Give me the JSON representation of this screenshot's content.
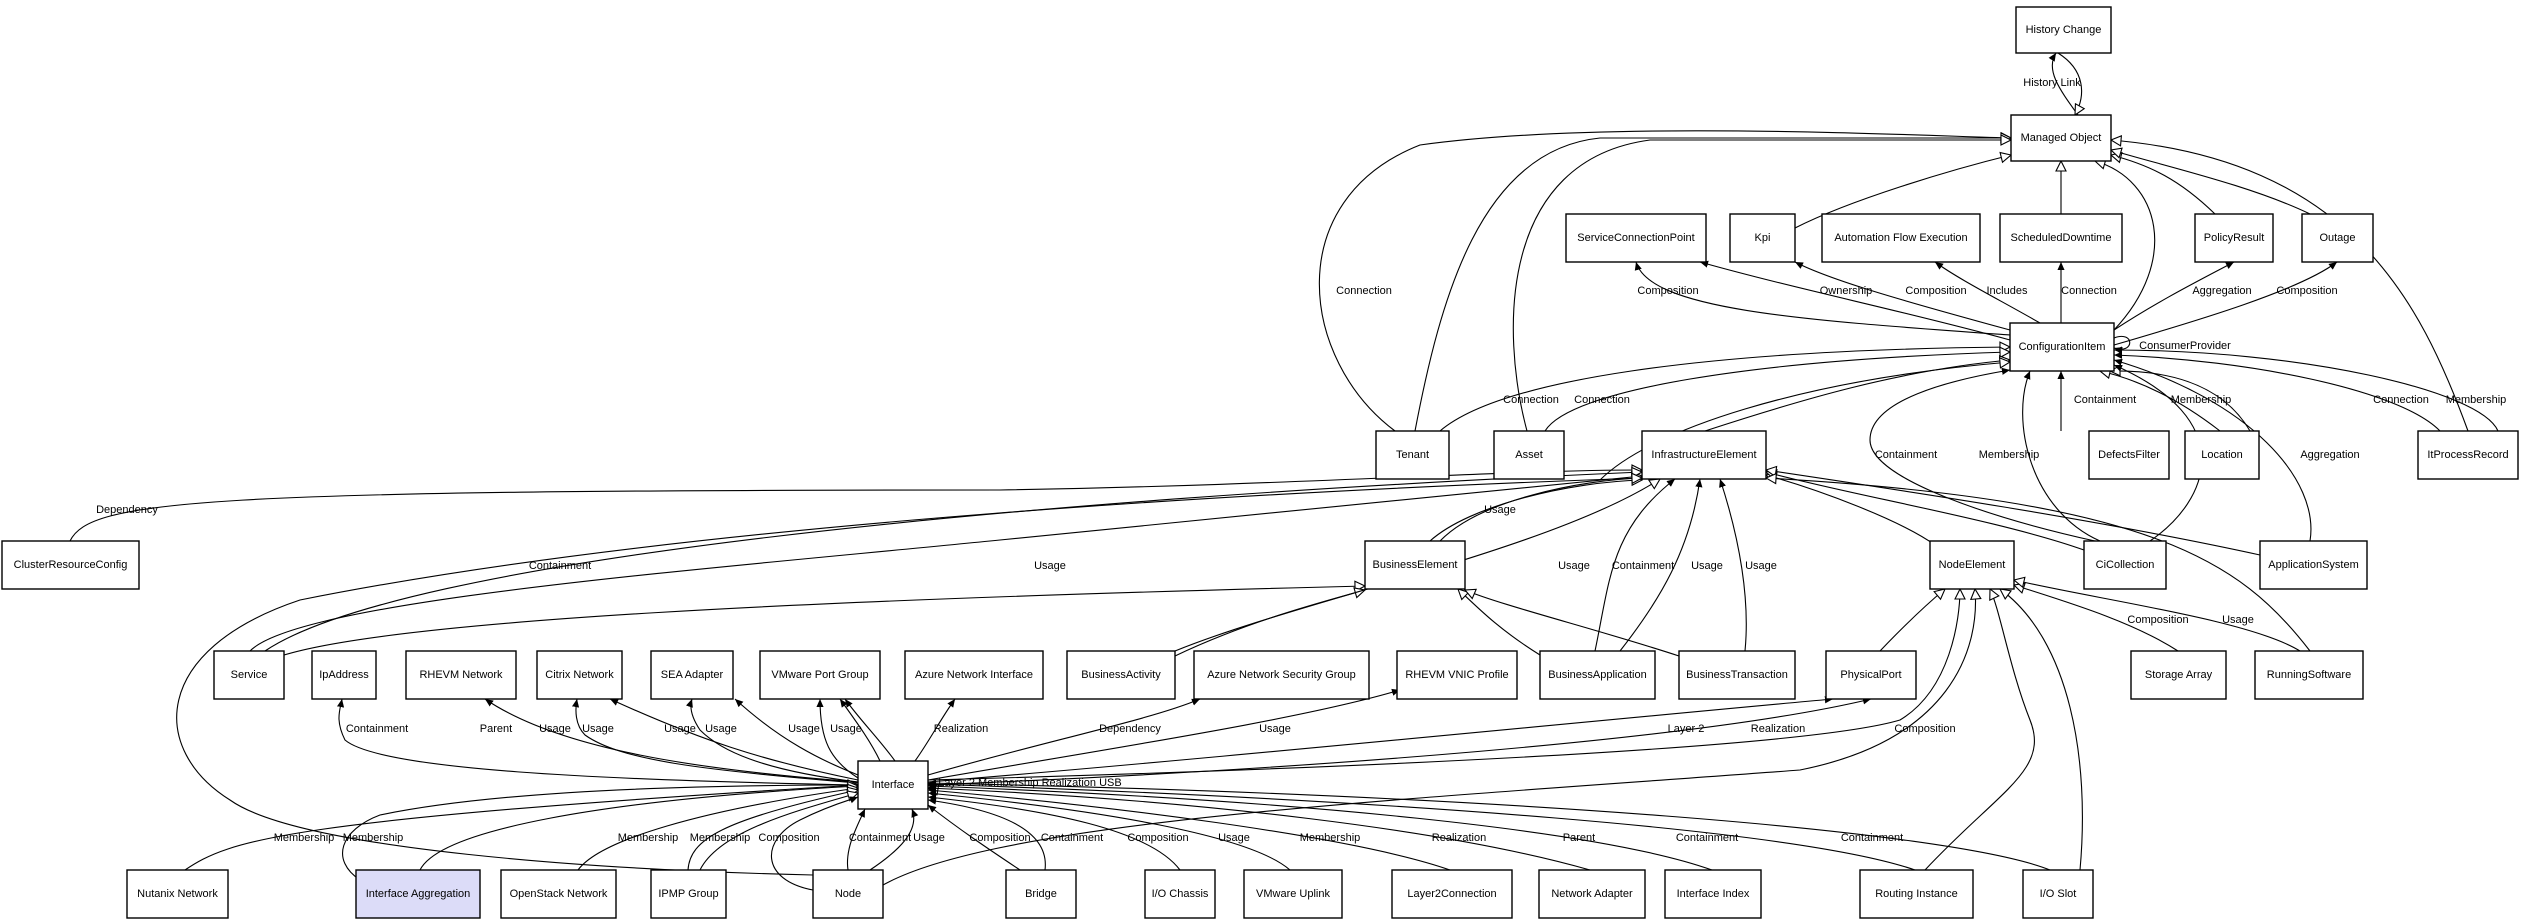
{
  "nodes": [
    {
      "id": "history_change",
      "label": "History Change"
    },
    {
      "id": "managed_object",
      "label": "Managed Object"
    },
    {
      "id": "service_connection_point",
      "label": "ServiceConnectionPoint"
    },
    {
      "id": "kpi",
      "label": "Kpi"
    },
    {
      "id": "automation_flow_execution",
      "label": "Automation Flow Execution"
    },
    {
      "id": "scheduled_downtime",
      "label": "ScheduledDowntime"
    },
    {
      "id": "policy_result",
      "label": "PolicyResult"
    },
    {
      "id": "outage",
      "label": "Outage"
    },
    {
      "id": "configuration_item",
      "label": "ConfigurationItem"
    },
    {
      "id": "tenant",
      "label": "Tenant"
    },
    {
      "id": "asset",
      "label": "Asset"
    },
    {
      "id": "infrastructure_element",
      "label": "InfrastructureElement"
    },
    {
      "id": "defects_filter",
      "label": "DefectsFilter"
    },
    {
      "id": "location",
      "label": "Location"
    },
    {
      "id": "it_process_record",
      "label": "ItProcessRecord"
    },
    {
      "id": "cluster_resource_config",
      "label": "ClusterResourceConfig"
    },
    {
      "id": "business_element",
      "label": "BusinessElement"
    },
    {
      "id": "node_element",
      "label": "NodeElement"
    },
    {
      "id": "ci_collection",
      "label": "CiCollection"
    },
    {
      "id": "application_system",
      "label": "ApplicationSystem"
    },
    {
      "id": "service",
      "label": "Service"
    },
    {
      "id": "ip_address",
      "label": "IpAddress"
    },
    {
      "id": "rhevm_network",
      "label": "RHEVM Network"
    },
    {
      "id": "citrix_network",
      "label": "Citrix Network"
    },
    {
      "id": "sea_adapter",
      "label": "SEA Adapter"
    },
    {
      "id": "vmware_port_group",
      "label": "VMware Port Group"
    },
    {
      "id": "azure_network_interface",
      "label": "Azure Network Interface"
    },
    {
      "id": "business_activity",
      "label": "BusinessActivity"
    },
    {
      "id": "azure_network_security_group",
      "label": "Azure Network Security Group"
    },
    {
      "id": "rhevm_vnic_profile",
      "label": "RHEVM VNIC Profile"
    },
    {
      "id": "business_application",
      "label": "BusinessApplication"
    },
    {
      "id": "business_transaction",
      "label": "BusinessTransaction"
    },
    {
      "id": "physical_port",
      "label": "PhysicalPort"
    },
    {
      "id": "storage_array",
      "label": "Storage Array"
    },
    {
      "id": "running_software",
      "label": "RunningSoftware"
    },
    {
      "id": "interface",
      "label": "Interface"
    },
    {
      "id": "nutanix_network",
      "label": "Nutanix Network"
    },
    {
      "id": "interface_aggregation",
      "label": "Interface Aggregation"
    },
    {
      "id": "openstack_network",
      "label": "OpenStack Network"
    },
    {
      "id": "ipmp_group",
      "label": "IPMP Group"
    },
    {
      "id": "node",
      "label": "Node"
    },
    {
      "id": "bridge",
      "label": "Bridge"
    },
    {
      "id": "io_chassis",
      "label": "I/O Chassis"
    },
    {
      "id": "vmware_uplink",
      "label": "VMware Uplink"
    },
    {
      "id": "layer2_connection",
      "label": "Layer2Connection"
    },
    {
      "id": "network_adapter",
      "label": "Network Adapter"
    },
    {
      "id": "interface_index",
      "label": "Interface Index"
    },
    {
      "id": "routing_instance",
      "label": "Routing Instance"
    },
    {
      "id": "io_slot",
      "label": "I/O Slot"
    }
  ],
  "edges": [
    {
      "id": "e_history_link",
      "label": "History Link"
    },
    {
      "id": "e_tenant_mo",
      "label": "Connection"
    },
    {
      "id": "e_ci_scp",
      "label": "Composition"
    },
    {
      "id": "e_ci_kpi",
      "label": "Ownership"
    },
    {
      "id": "e_ci_afe",
      "label": "Composition"
    },
    {
      "id": "e_ci_afe2",
      "label": "Includes"
    },
    {
      "id": "e_ci_sd",
      "label": "Connection"
    },
    {
      "id": "e_ci_pr",
      "label": "Aggregation"
    },
    {
      "id": "e_ci_outage",
      "label": "Composition"
    },
    {
      "id": "e_ci_self",
      "label": "ConsumerProvider"
    },
    {
      "id": "e_tenant_ci",
      "label": "Connection"
    },
    {
      "id": "e_asset_ci",
      "label": "Connection"
    },
    {
      "id": "e_df_ci",
      "label": "Containment"
    },
    {
      "id": "e_loc_ci",
      "label": "Membership"
    },
    {
      "id": "e_cic_ci",
      "label": "Containment"
    },
    {
      "id": "e_cic_ci2",
      "label": "Membership"
    },
    {
      "id": "e_apps_ci",
      "label": "Aggregation"
    },
    {
      "id": "e_itpr_ci",
      "label": "Connection"
    },
    {
      "id": "e_itpr_ci2",
      "label": "Membership"
    },
    {
      "id": "e_crc_ie",
      "label": "Dependency"
    },
    {
      "id": "e_service_ie",
      "label": "Containment"
    },
    {
      "id": "e_service_be",
      "label": "Usage"
    },
    {
      "id": "e_be_ie",
      "label": "Usage"
    },
    {
      "id": "e_ba_ie",
      "label": "Usage"
    },
    {
      "id": "e_bapp_ie",
      "label": "Containment"
    },
    {
      "id": "e_bapp_ie2",
      "label": "Usage"
    },
    {
      "id": "e_bt_ie",
      "label": "Usage"
    },
    {
      "id": "e_rs_ie",
      "label": "Usage"
    },
    {
      "id": "e_sa_ne",
      "label": "Composition"
    },
    {
      "id": "e_rs_ne",
      "label": "Usage"
    },
    {
      "id": "e_if_ip",
      "label": "Containment"
    },
    {
      "id": "e_if_rhevm",
      "label": "Parent"
    },
    {
      "id": "e_if_citrix",
      "label": "Usage"
    },
    {
      "id": "e_if_citrix2",
      "label": "Usage"
    },
    {
      "id": "e_if_sea",
      "label": "Usage"
    },
    {
      "id": "e_if_sea2",
      "label": "Usage"
    },
    {
      "id": "e_if_vpg",
      "label": "Usage"
    },
    {
      "id": "e_if_vpg2",
      "label": "Usage"
    },
    {
      "id": "e_if_ani",
      "label": "Realization"
    },
    {
      "id": "e_if_ansg",
      "label": "Dependency"
    },
    {
      "id": "e_if_rvnic",
      "label": "Usage"
    },
    {
      "id": "e_if_pp",
      "label": "Layer 2"
    },
    {
      "id": "e_if_pp2",
      "label": "Realization"
    },
    {
      "id": "e_node_ne",
      "label": "Composition"
    },
    {
      "id": "e_if_self",
      "label": "Layer 2 Membership Realization USB"
    },
    {
      "id": "e_nn_if",
      "label": "Membership"
    },
    {
      "id": "e_ia_if",
      "label": "Membership"
    },
    {
      "id": "e_osn_if",
      "label": "Membership"
    },
    {
      "id": "e_ipmp_if",
      "label": "Membership"
    },
    {
      "id": "e_ipmp_if2",
      "label": "Membership"
    },
    {
      "id": "e_node_if",
      "label": "Composition"
    },
    {
      "id": "e_node_if2",
      "label": "Containment"
    },
    {
      "id": "e_node_if3",
      "label": "Usage"
    },
    {
      "id": "e_bridge_if",
      "label": "Composition"
    },
    {
      "id": "e_bridge_if2",
      "label": "Containment"
    },
    {
      "id": "e_ioc_if",
      "label": "Composition"
    },
    {
      "id": "e_vu_if",
      "label": "Usage"
    },
    {
      "id": "e_l2c_if",
      "label": "Membership"
    },
    {
      "id": "e_na_if",
      "label": "Realization"
    },
    {
      "id": "e_ii_if",
      "label": "Parent"
    },
    {
      "id": "e_ri_if",
      "label": "Containment"
    },
    {
      "id": "e_ios_if",
      "label": "Containment"
    }
  ]
}
